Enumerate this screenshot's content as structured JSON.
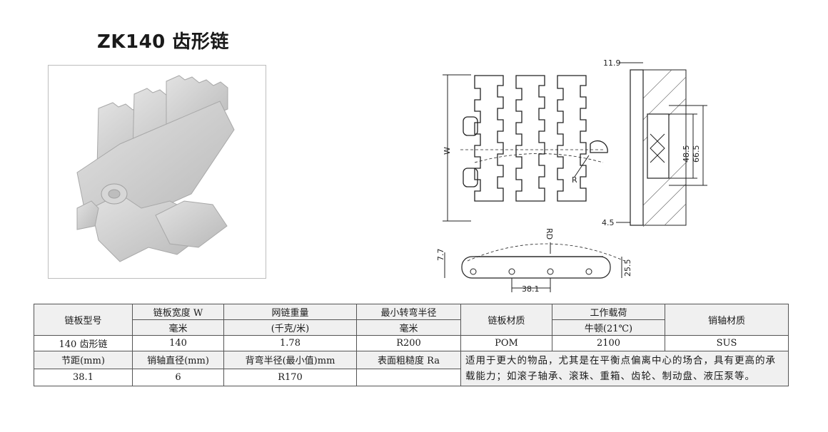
{
  "title": "ZK140 齿形链",
  "drawing": {
    "dim_top": "11.9",
    "dim_w": "W",
    "dim_r": "R",
    "dim_485": "48.5",
    "dim_665": "66.5",
    "dim_45": "4.5",
    "dim_rd": "RD",
    "dim_77": "7.7",
    "dim_255": "25.5",
    "dim_381": "38.1"
  },
  "table": {
    "h1": [
      "链板型号",
      "链板宽度 W",
      "网链重量",
      "最小转弯半径",
      "链板材质",
      "工作载荷",
      "销轴材质"
    ],
    "h2": [
      "毫米",
      "(千克/米)",
      "毫米",
      "牛顿(21℃)"
    ],
    "row1": [
      "140 齿形链",
      "140",
      "1.78",
      "R200",
      "POM",
      "2100",
      "SUS"
    ],
    "h3": [
      "节距(mm)",
      "销轴直径(mm)",
      "背弯半径(最小值)mm",
      "表面粗糙度 Ra"
    ],
    "row2": [
      "38.1",
      "6",
      "R170",
      ""
    ],
    "note": "适用于更大的物品，尤其是在平衡点偏离中心的场合，具有更高的承载能力；如滚子轴承、滚珠、重箱、齿轮、制动盘、液压泵等。"
  }
}
